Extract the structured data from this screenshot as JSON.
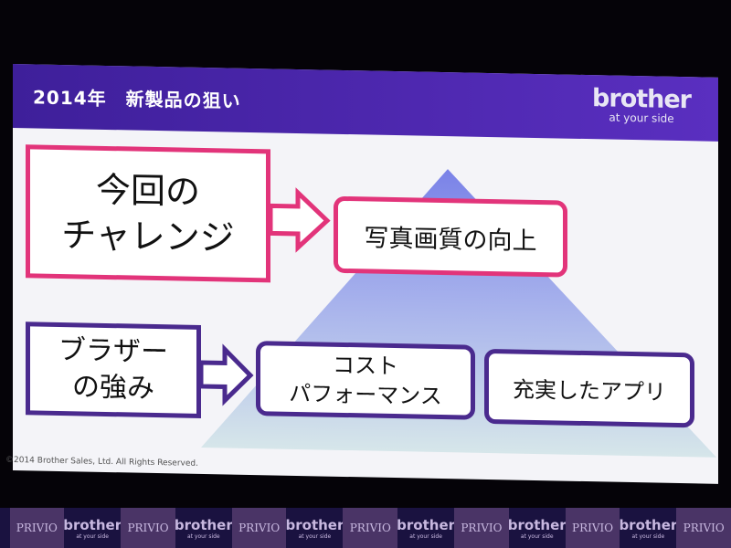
{
  "slide": {
    "title": "2014年　新製品の狙い",
    "logo": {
      "brand": "brother",
      "tagline": "at your side"
    },
    "challenge_label": [
      "今回の",
      "チャレンジ"
    ],
    "challenge_target": "写真画質の向上",
    "strength_label": [
      "ブラザー",
      "の強み"
    ],
    "strengths": [
      [
        "コスト",
        "パフォーマンス"
      ],
      [
        "充実したアプリ"
      ]
    ],
    "copyright": "©2014 Brother Sales, Ltd. All Rights Reserved.",
    "colors": {
      "header": "#4a25ad",
      "challenge": "#e2347a",
      "strength": "#4a2a8e"
    }
  },
  "banner": {
    "tiles": [
      "PRIVIO",
      "brother",
      "at your side"
    ]
  }
}
